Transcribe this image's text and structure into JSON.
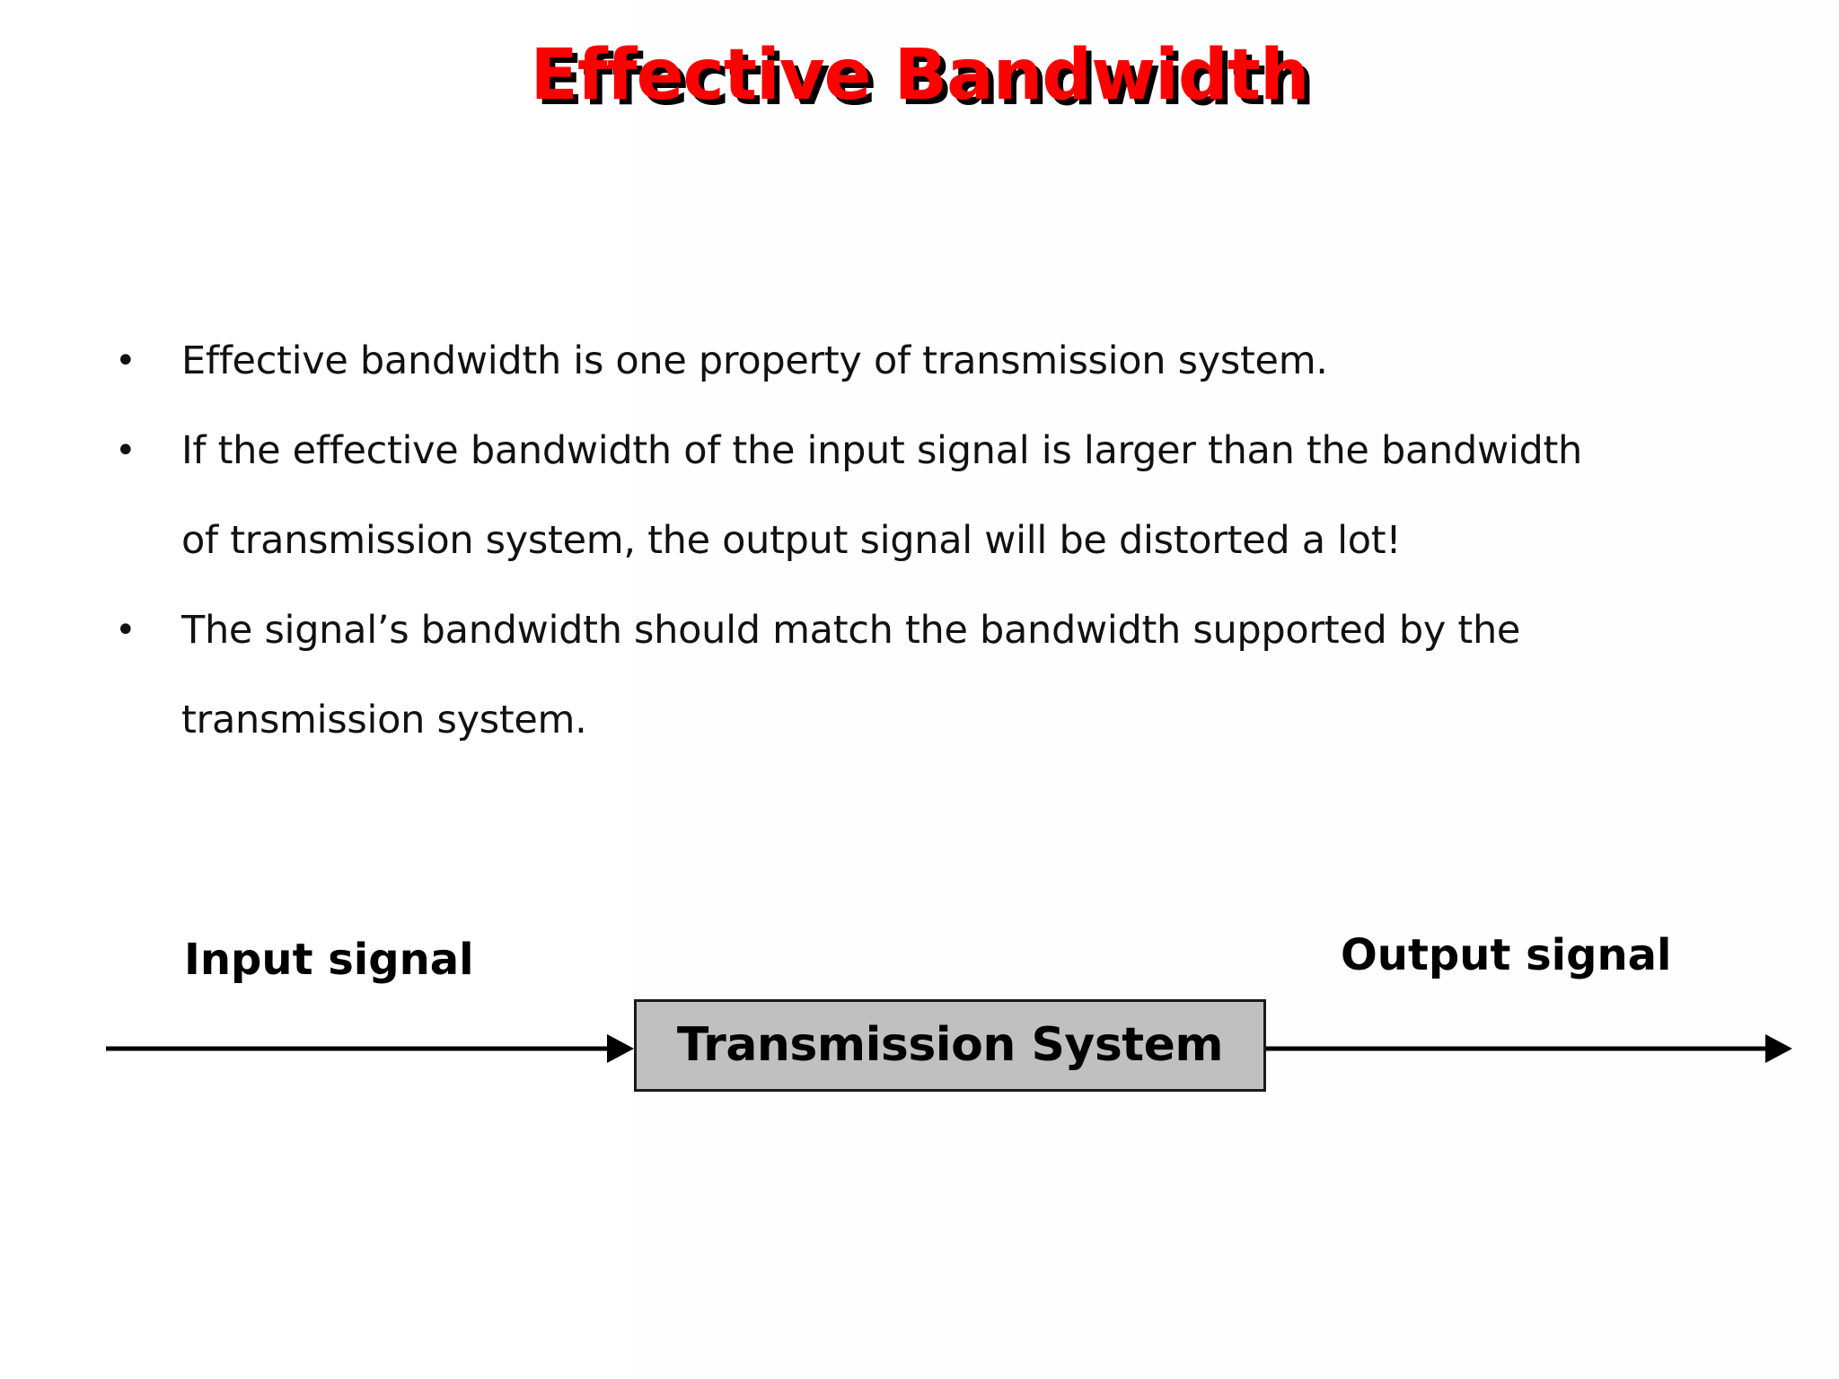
{
  "slide": {
    "title": "Effective Bandwidth",
    "title_color": "#ff0000",
    "title_shadow_color": "#000000",
    "background_color": "#ffffff"
  },
  "bullets": [
    {
      "marker": "•",
      "lines": [
        "Effective bandwidth is one property of transmission system."
      ]
    },
    {
      "marker": "•",
      "lines": [
        "If the effective bandwidth of the input signal is larger than the bandwidth",
        "of transmission system, the output signal will be distorted a lot!"
      ]
    },
    {
      "marker": "•",
      "lines": [
        "The signal’s bandwidth should match the bandwidth supported by the",
        "transmission system."
      ]
    }
  ],
  "diagram": {
    "input_label": "Input signal",
    "output_label": "Output signal",
    "box_label": "Transmission System",
    "box_fill": "#c0c0c0",
    "box_border": "#1a1a1a",
    "line_color": "#000000"
  }
}
